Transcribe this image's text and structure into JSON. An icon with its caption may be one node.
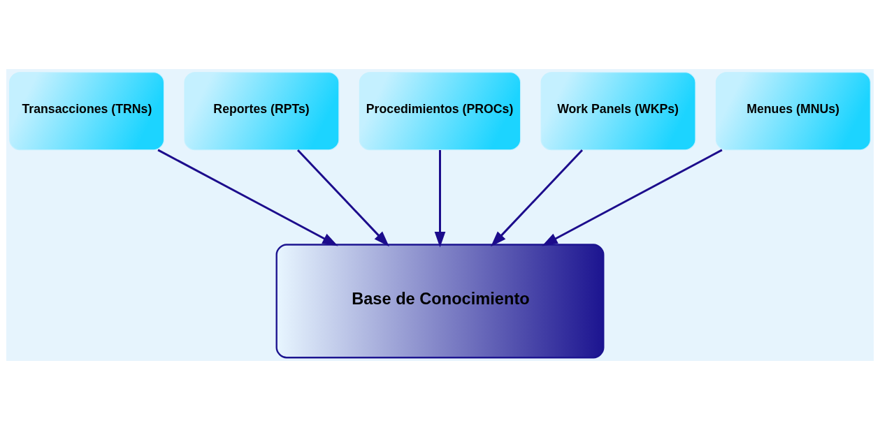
{
  "diagram": {
    "nodes": [
      {
        "text": [
          "Transacciones (TRNs)"
        ]
      },
      {
        "text": [
          "Reportes (RPTs)"
        ]
      },
      {
        "text": [
          "Procedimientos (PROCs)"
        ]
      },
      {
        "text": [
          "Work Panels (WKPs)"
        ]
      },
      {
        "text": [
          "Menues (MNUs)"
        ]
      },
      {
        "text": [
          "Base de Conocimiento"
        ]
      }
    ],
    "edges": [
      {
        "from": 0,
        "to": 5,
        "arrow": "to"
      },
      {
        "from": 1,
        "to": 5,
        "arrow": "to"
      },
      {
        "from": 2,
        "to": 5,
        "arrow": "to"
      },
      {
        "from": 3,
        "to": 5,
        "arrow": "to"
      },
      {
        "from": 4,
        "to": 5,
        "arrow": "to"
      }
    ]
  }
}
